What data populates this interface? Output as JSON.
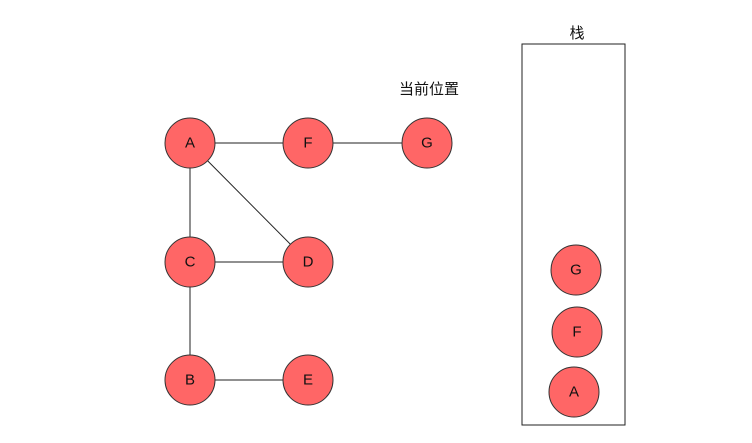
{
  "graph": {
    "nodes": [
      "A",
      "F",
      "G",
      "C",
      "D",
      "B",
      "E"
    ],
    "edges": [
      [
        "A",
        "F"
      ],
      [
        "F",
        "G"
      ],
      [
        "A",
        "C"
      ],
      [
        "A",
        "D"
      ],
      [
        "C",
        "D"
      ],
      [
        "C",
        "B"
      ],
      [
        "B",
        "E"
      ]
    ],
    "current_position_label": "当前位置",
    "current_node": "G"
  },
  "stack": {
    "title": "栈",
    "items_top_to_bottom": [
      "G",
      "F",
      "A"
    ]
  },
  "colors": {
    "node_fill": "#ff6666",
    "node_stroke": "#333333"
  }
}
